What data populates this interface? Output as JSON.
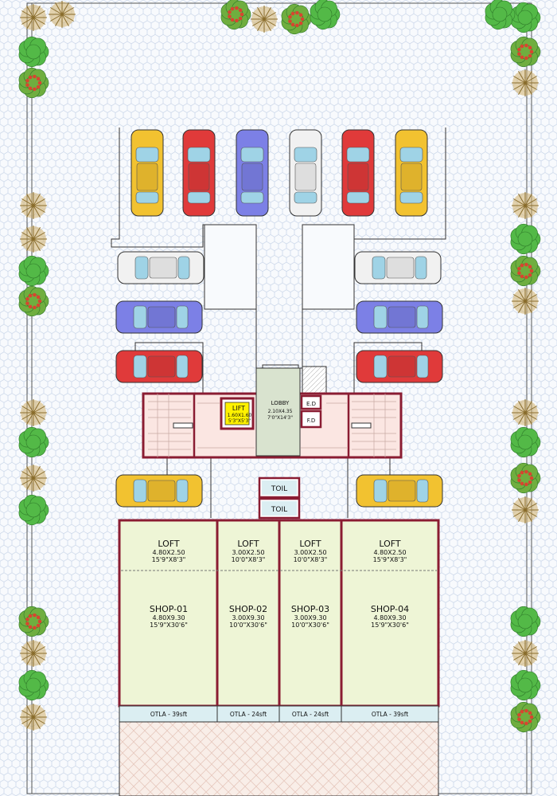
{
  "lobby": {
    "name": "LOBBY",
    "metric": "2.10X4.35",
    "imperial": "7'0\"X14'3\""
  },
  "lift": {
    "name": "LIFT",
    "metric": "1.60X1.60",
    "imperial": "5'3\"X5'3\""
  },
  "ed": {
    "name": "E.D"
  },
  "fd": {
    "name": "F.D"
  },
  "toilets": [
    {
      "name": "TOIL"
    },
    {
      "name": "TOIL"
    }
  ],
  "shops": [
    {
      "loft": "LOFT",
      "loft_metric": "4.80X2.50",
      "loft_imperial": "15'9\"X8'3\"",
      "name": "SHOP-01",
      "metric": "4.80X9.30",
      "imperial": "15'9\"X30'6\"",
      "otla": "OTLA - 39sft"
    },
    {
      "loft": "LOFT",
      "loft_metric": "3.00X2.50",
      "loft_imperial": "10'0\"X8'3\"",
      "name": "SHOP-02",
      "metric": "3.00X9.30",
      "imperial": "10'0\"X30'6\"",
      "otla": "OTLA - 24sft"
    },
    {
      "loft": "LOFT",
      "loft_metric": "3.00X2.50",
      "loft_imperial": "10'0\"X8'3\"",
      "name": "SHOP-03",
      "metric": "3.00X9.30",
      "imperial": "10'0\"X30'6\"",
      "otla": "OTLA - 24sft"
    },
    {
      "loft": "LOFT",
      "loft_metric": "4.80X2.50",
      "loft_imperial": "15'9\"X8'3\"",
      "name": "SHOP-04",
      "metric": "4.80X9.30",
      "imperial": "15'9\"X30'6\"",
      "otla": "OTLA - 39sft"
    }
  ],
  "colors": {
    "wall": "#8a1c32",
    "shop_fill": "#eef5d6",
    "otla_fill": "#dbeef2",
    "lobby_fill": "#d9e3cf",
    "stair_fill": "#fbe6e2",
    "lift_fill": "#fff200",
    "pavement": "#f8fafd",
    "pavement_line": "#c7d4e8",
    "forecourt": "#f9eee8",
    "car_yellow": "#f2c230",
    "car_red": "#e03a3a",
    "car_blue": "#7c80e6",
    "car_white": "#f1f1f1",
    "glass": "#9fd3e6",
    "tree_green": "#53b947",
    "tree_tan": "#cfae6a"
  },
  "cars": [
    {
      "color": "yellow",
      "dir": "v"
    },
    {
      "color": "red",
      "dir": "v"
    },
    {
      "color": "blue",
      "dir": "v"
    },
    {
      "color": "white",
      "dir": "v"
    },
    {
      "color": "red",
      "dir": "v"
    },
    {
      "color": "yellow",
      "dir": "v"
    },
    {
      "color": "white",
      "dir": "h"
    },
    {
      "color": "white",
      "dir": "h"
    },
    {
      "color": "blue",
      "dir": "h"
    },
    {
      "color": "blue",
      "dir": "h"
    },
    {
      "color": "red",
      "dir": "h"
    },
    {
      "color": "red",
      "dir": "h"
    },
    {
      "color": "yellow",
      "dir": "h"
    },
    {
      "color": "yellow",
      "dir": "h"
    }
  ],
  "trees": [
    {
      "kind": "tan"
    },
    {
      "kind": "green"
    },
    {
      "kind": "red"
    },
    {
      "kind": "tan"
    },
    {
      "kind": "tan"
    },
    {
      "kind": "green"
    },
    {
      "kind": "red"
    },
    {
      "kind": "tan"
    },
    {
      "kind": "green"
    },
    {
      "kind": "tan"
    },
    {
      "kind": "green"
    },
    {
      "kind": "red"
    },
    {
      "kind": "tan"
    },
    {
      "kind": "green"
    },
    {
      "kind": "tan"
    },
    {
      "kind": "green"
    },
    {
      "kind": "red"
    },
    {
      "kind": "tan"
    }
  ]
}
